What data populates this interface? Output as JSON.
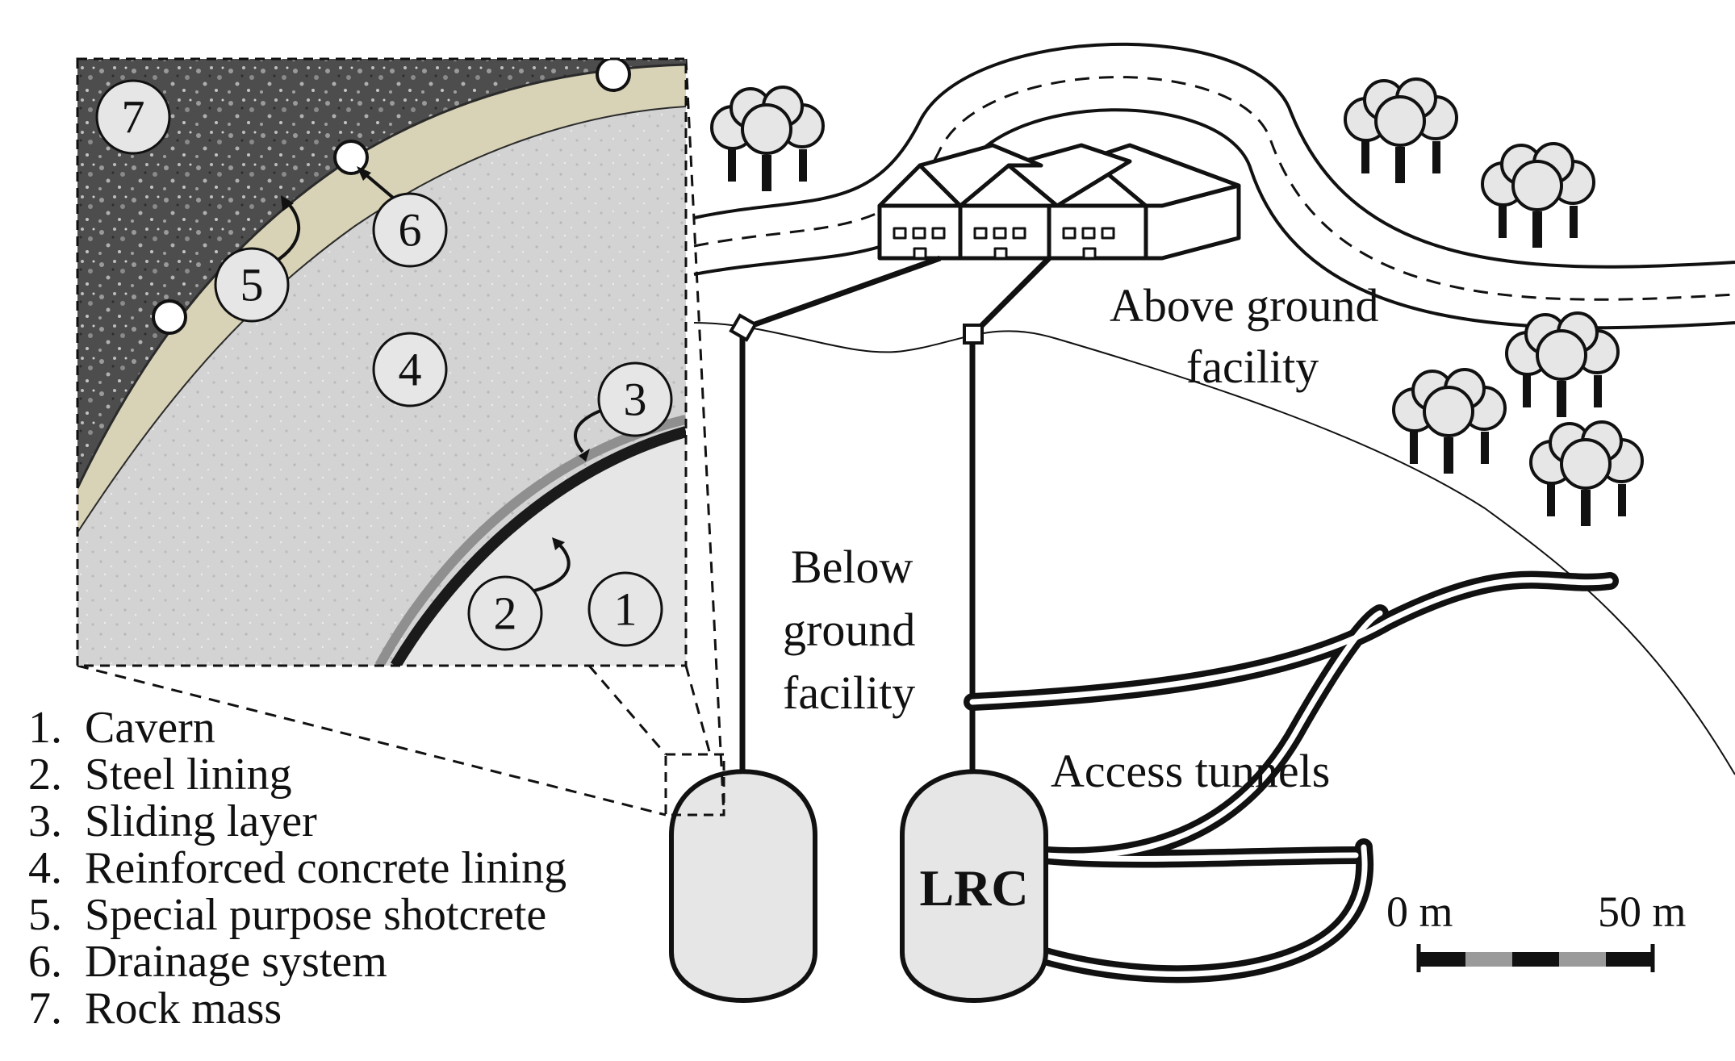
{
  "labels": {
    "above_ground_line1": "Above ground",
    "above_ground_line2": "facility",
    "below_ground_line1": "Below",
    "below_ground_line2": "ground",
    "below_ground_line3": "facility",
    "access_tunnels": "Access tunnels",
    "lrc": "LRC"
  },
  "scale_bar": {
    "start_label": "0 m",
    "end_label": "50 m"
  },
  "inset_numbers": [
    "7",
    "6",
    "5",
    "4",
    "3",
    "2",
    "1"
  ],
  "legend": [
    "1.  Cavern",
    "2.  Steel lining",
    "3.  Sliding layer",
    "4.  Reinforced concrete lining",
    "5.  Special purpose shotcrete",
    "6.  Drainage system",
    "7.  Rock mass"
  ],
  "colors": {
    "rock_mass": "#4d4d4d",
    "shotcrete": "#d8d2b6",
    "concrete": "#d2d2d2",
    "cavern_fill": "#e6e6e6",
    "steel_lining": "#1a1a1a",
    "sliding_layer": "#8f8f8f"
  }
}
